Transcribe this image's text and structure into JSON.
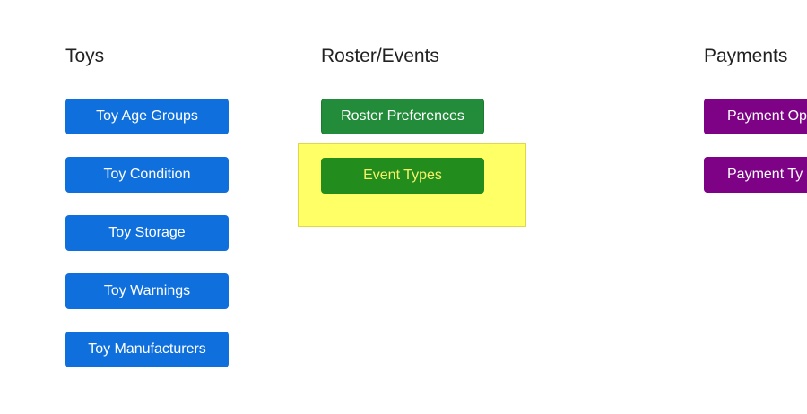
{
  "sections": {
    "toys": {
      "title": "Toys",
      "buttons": [
        {
          "label": "Toy Age Groups"
        },
        {
          "label": "Toy Condition"
        },
        {
          "label": "Toy Storage"
        },
        {
          "label": "Toy Warnings"
        },
        {
          "label": "Toy Manufacturers"
        }
      ]
    },
    "roster": {
      "title": "Roster/Events",
      "buttons": [
        {
          "label": "Roster Preferences"
        },
        {
          "label": "Event Types"
        }
      ]
    },
    "payments": {
      "title": "Payments",
      "buttons": [
        {
          "label": "Payment Op"
        },
        {
          "label": "Payment Ty"
        }
      ]
    }
  },
  "colors": {
    "toys_button": "#0f6fdc",
    "roster_button": "#228c3a",
    "payments_button": "#7d0285",
    "highlight": "#ffff66",
    "highlighted_text": "#f7f16a"
  }
}
